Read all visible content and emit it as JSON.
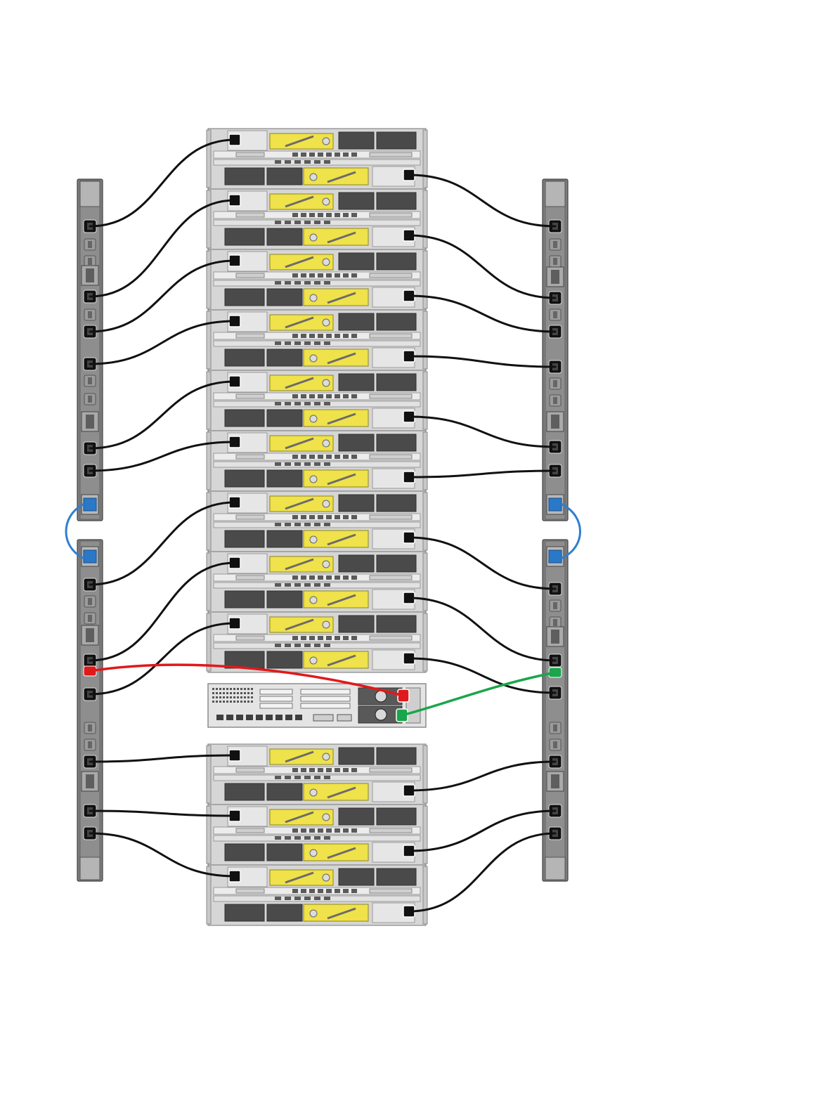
{
  "diagram": {
    "enclosure_count": 12,
    "controller_count": 1,
    "pdu_count": 4
  },
  "colors": {
    "power_cable": "#111111",
    "pdu_link_cable": "#2f7fd0",
    "controller_cable_a": "#e0191b",
    "controller_cable_b": "#1aa64b",
    "chassis_frame": "#b9b9b9",
    "chassis_body": "#d6d6d6",
    "latch_yellow": "#efe24a",
    "vent_dark": "#4a4a4a",
    "pdu_body": "#7c7c7c",
    "outlet_black": "#111111",
    "breaker_blue": "#2a78c8"
  }
}
